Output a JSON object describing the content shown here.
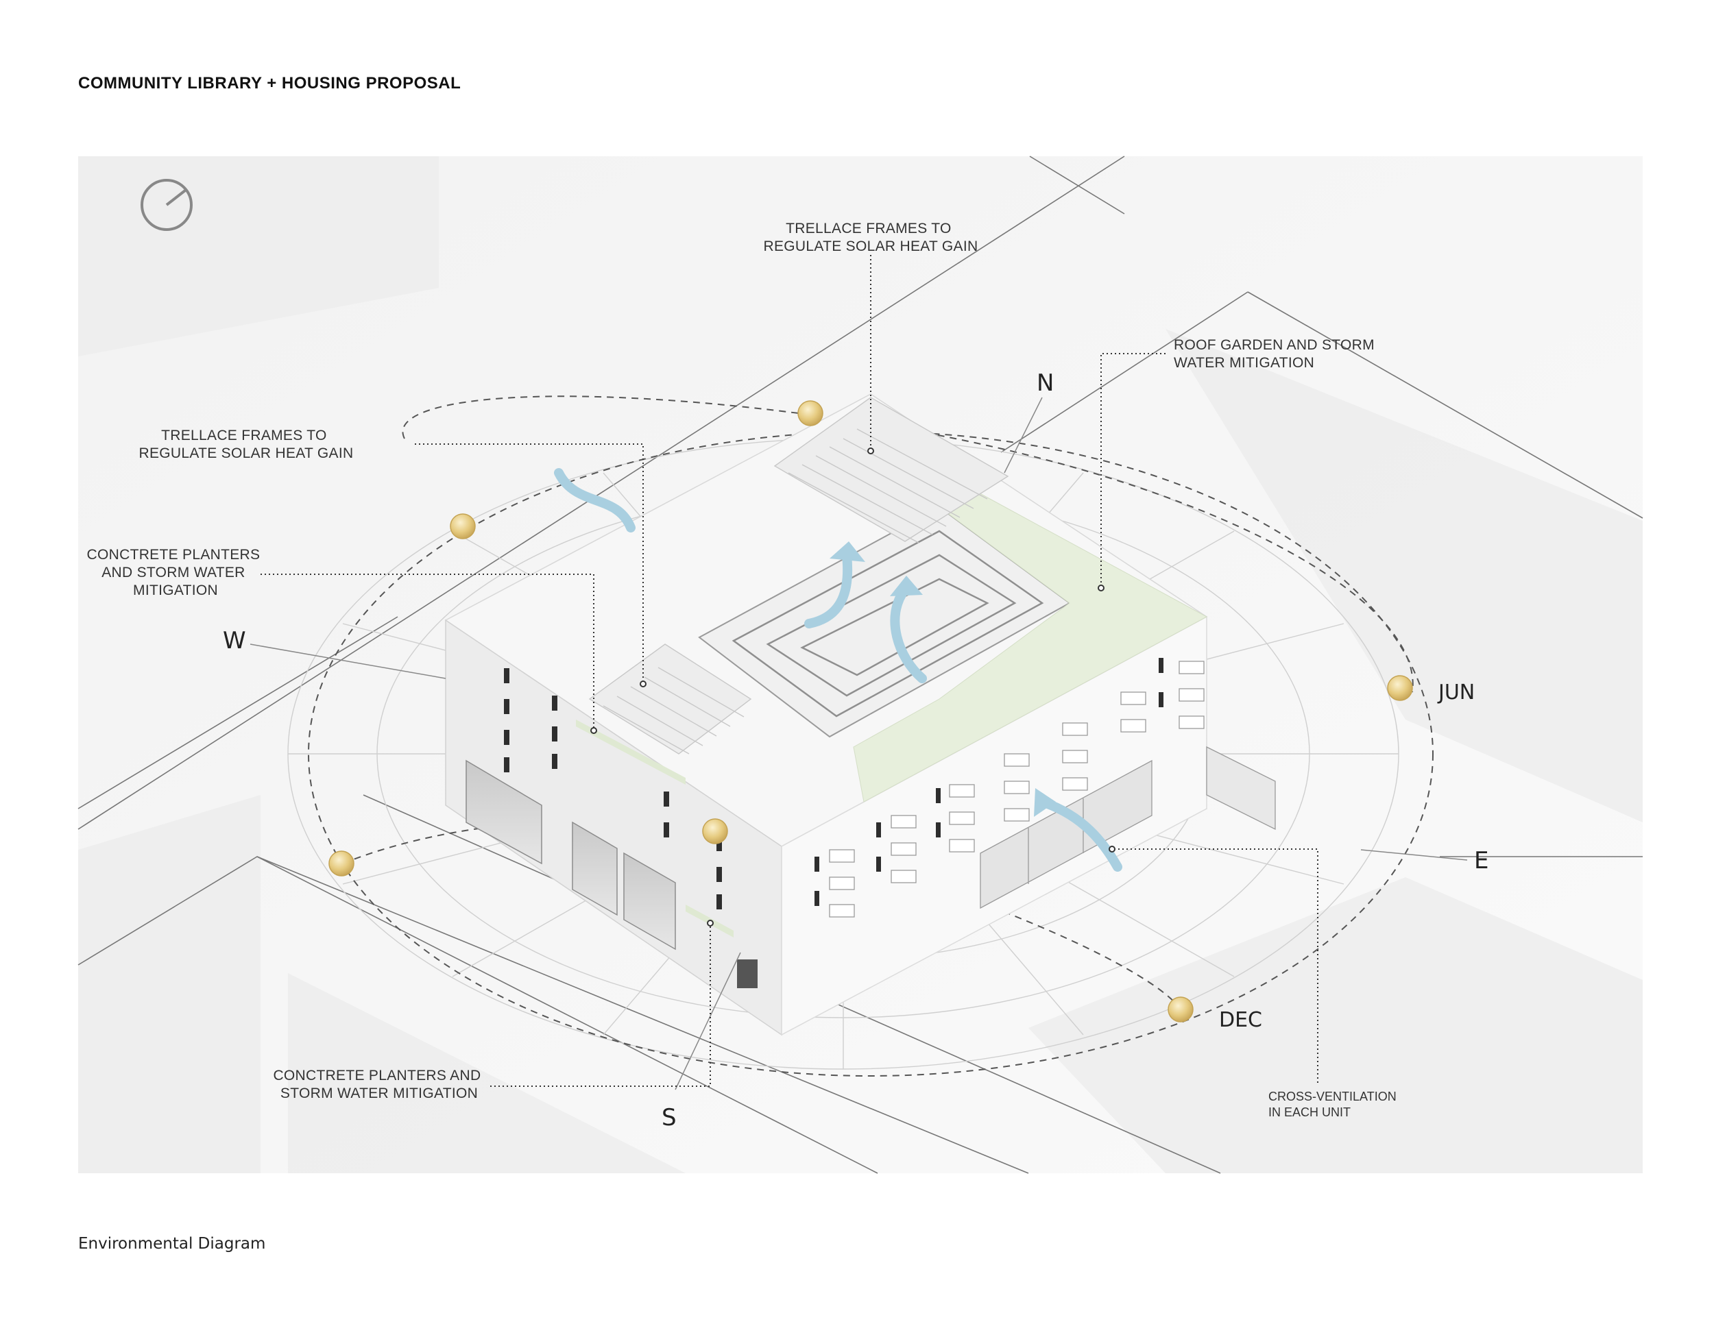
{
  "header": {
    "title": "COMMUNITY LIBRARY + HOUSING PROPOSAL"
  },
  "caption": "Environmental Diagram",
  "annotations": {
    "trellace_top": [
      "TRELLACE FRAMES TO",
      "REGULATE SOLAR HEAT GAIN"
    ],
    "trellace_left": [
      "TRELLACE FRAMES TO",
      "REGULATE SOLAR HEAT GAIN"
    ],
    "roof_garden": [
      "ROOF GARDEN AND STORM",
      "WATER MITIGATION"
    ],
    "planters_left": [
      "CONCTRETE PLANTERS",
      "AND STORM WATER",
      "MITIGATION"
    ],
    "planters_bottom": [
      "CONCTRETE PLANTERS AND",
      "STORM WATER MITIGATION"
    ],
    "cross_vent": [
      "CROSS-VENTILATION",
      "IN EACH UNIT"
    ]
  },
  "compass": {
    "north": "N",
    "south": "S",
    "east": "E",
    "west": "W"
  },
  "sun_path": {
    "summer": "JUN",
    "winter": "DEC"
  },
  "colors": {
    "sun": "#e3c77a",
    "air_arrow": "#a9cfe0",
    "roof_garden": "#e7efdc",
    "building": "#f4f4f4"
  },
  "icons": {
    "north_indicator": "north-arrow-icon"
  }
}
